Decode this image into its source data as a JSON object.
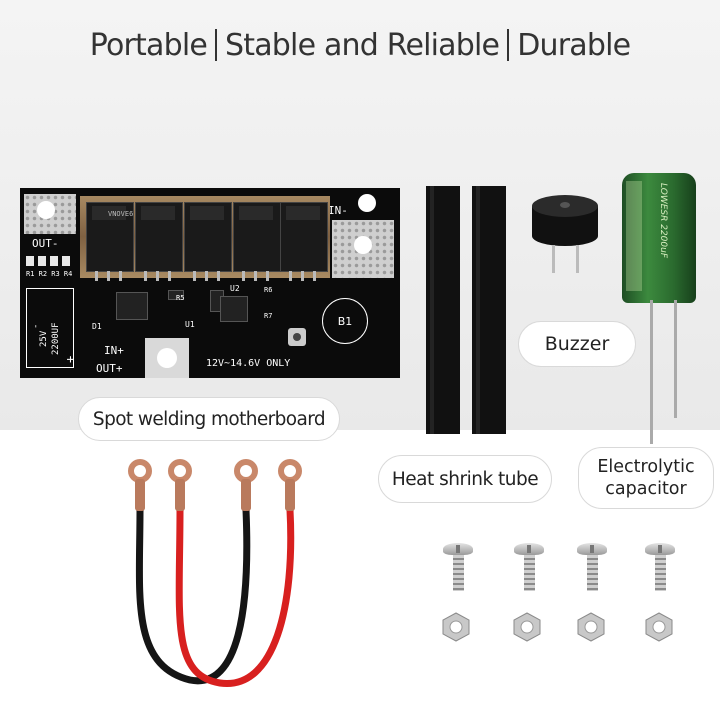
{
  "headline": {
    "part1": "Portable",
    "part2": "Stable and Reliable",
    "part3": "Durable"
  },
  "board": {
    "out_minus": "OUT-",
    "in_minus": "IN-",
    "in_plus": "IN+",
    "out_plus": "OUT+",
    "resistors": "R1 R2 R3 R4",
    "cap_voltage": "25V",
    "cap_capacitance": "2200UF",
    "minus_sign": "-",
    "plus_sign": "+",
    "d1": "D1",
    "u1": "U1",
    "u2": "U2",
    "r5": "R5",
    "r6": "R6",
    "r7": "R7",
    "b1": "B1",
    "voltage_range": "12V~14.6V ONLY",
    "mosfet_label": "VNOVE6"
  },
  "labels": {
    "board": "Spot welding motherboard",
    "buzzer": "Buzzer",
    "tube": "Heat shrink tube",
    "capacitor_line1": "Electrolytic",
    "capacitor_line2": "capacitor"
  },
  "capacitor_print": "LOWESR 2200uF",
  "colors": {
    "board": "#0b0b0b",
    "wire_red": "#d8201f",
    "wire_black": "#151515",
    "terminal": "#c9886a",
    "capacitor": "#2f7a33"
  }
}
